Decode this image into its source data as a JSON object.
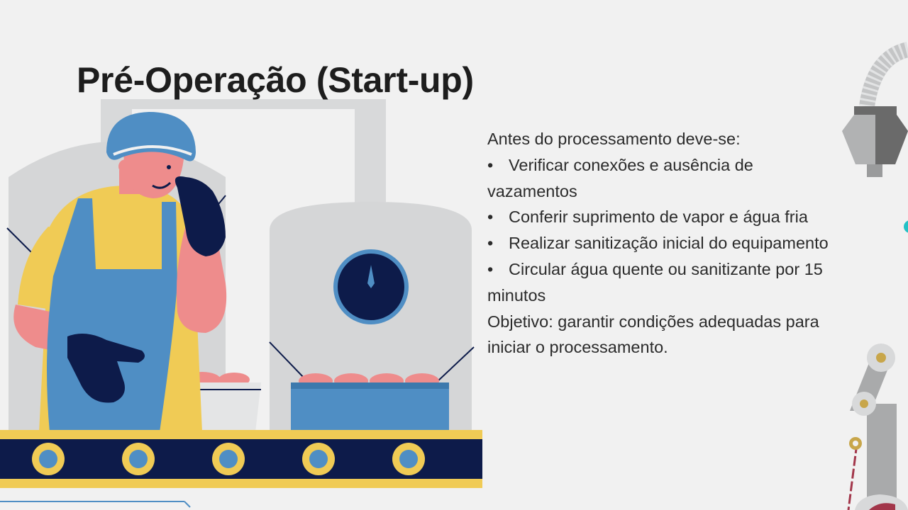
{
  "slide": {
    "title": "Pré-Operação (Start-up)",
    "intro": "Antes do processamento deve-se:",
    "bullets": [
      "Verificar conexões e ausência de vazamentos",
      "Conferir suprimento de vapor e água fria",
      "Realizar sanitização inicial do equipamento",
      "Circular água quente ou sanitizante por 15 minutos"
    ],
    "objective": "Objetivo: garantir condições adequadas para iniciar o processamento."
  },
  "illustration": {
    "icons": [
      "food-worker-illustration",
      "processing-tank-icon",
      "pressure-gauge-icon",
      "conveyor-belt-icon",
      "robot-arm-icon"
    ],
    "colors": {
      "background": "#f1f1f1",
      "navy": "#0d1b4a",
      "yellow": "#f0cb55",
      "blue": "#4f8ec4",
      "skin": "#ee8c8c",
      "grey": "#d4d5d6",
      "accent": "#23c1c6"
    }
  }
}
